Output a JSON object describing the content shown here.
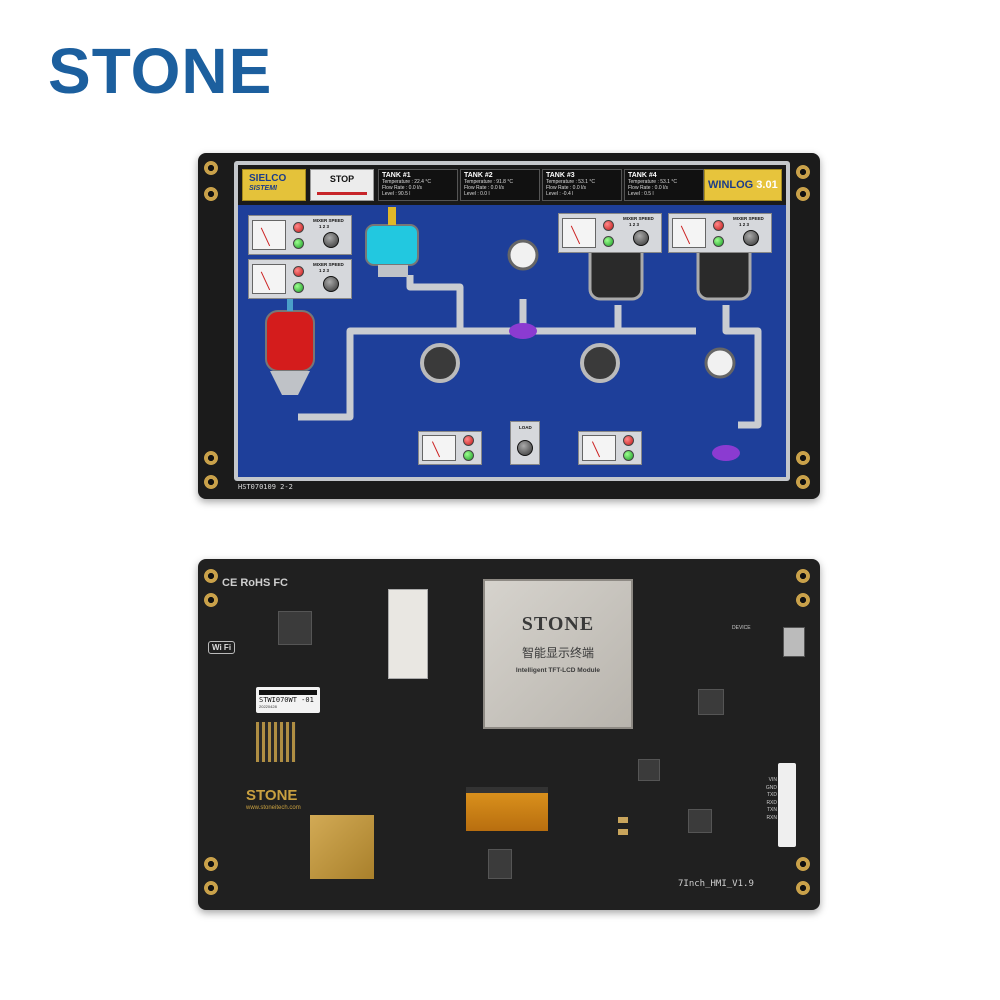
{
  "brand": "STONE",
  "hmi": {
    "logo_line1": "SIELCO",
    "logo_line2": "SISTEMI",
    "stop_label": "STOP",
    "tanks": [
      {
        "title": "TANK #1",
        "rows": [
          "Temperature : 22.4 °C",
          "Flow Rate : 0.0 l/s",
          "Level : 90.5 l"
        ]
      },
      {
        "title": "TANK #2",
        "rows": [
          "Temperature : 91.8 °C",
          "Flow Rate : 0.0 l/s",
          "Level : 0.0 l"
        ]
      },
      {
        "title": "TANK #3",
        "rows": [
          "Temperature : 53.1 °C",
          "Flow Rate : 0.0 l/s",
          "Level : -0.4 l"
        ]
      },
      {
        "title": "TANK #4",
        "rows": [
          "Temperature : 53.1 °C",
          "Flow Rate : 0.0 l/s",
          "Level : 0.5 l"
        ]
      }
    ],
    "winlog": "WINLOG",
    "winlog_version": "3.01",
    "mixer_label": "MIXER SPEED",
    "mixer_scale": "1 2 3",
    "load_label": "LOAD",
    "footer_code": "HST070109 2-2",
    "colors": {
      "screen_bg": "#1e3f9a",
      "accent_yellow": "#e7c43c"
    }
  },
  "back": {
    "chip_title": "STONE",
    "chip_cn": "智能显示终端",
    "chip_sub": "Intelligent TFT-LCD Module",
    "marks": "CE  RoHS  FC",
    "wifi": "Wi Fi",
    "sticker_model": "STWI070WT -01",
    "sticker_date": "20220428",
    "brand": "STONE",
    "url": "www.stoneitech.com",
    "version": "7Inch_HMI_V1.9",
    "device_label": "DEVICE",
    "pins": [
      "VIN",
      "GND",
      "TXD",
      "RXD",
      "TXN",
      "RXN"
    ]
  }
}
